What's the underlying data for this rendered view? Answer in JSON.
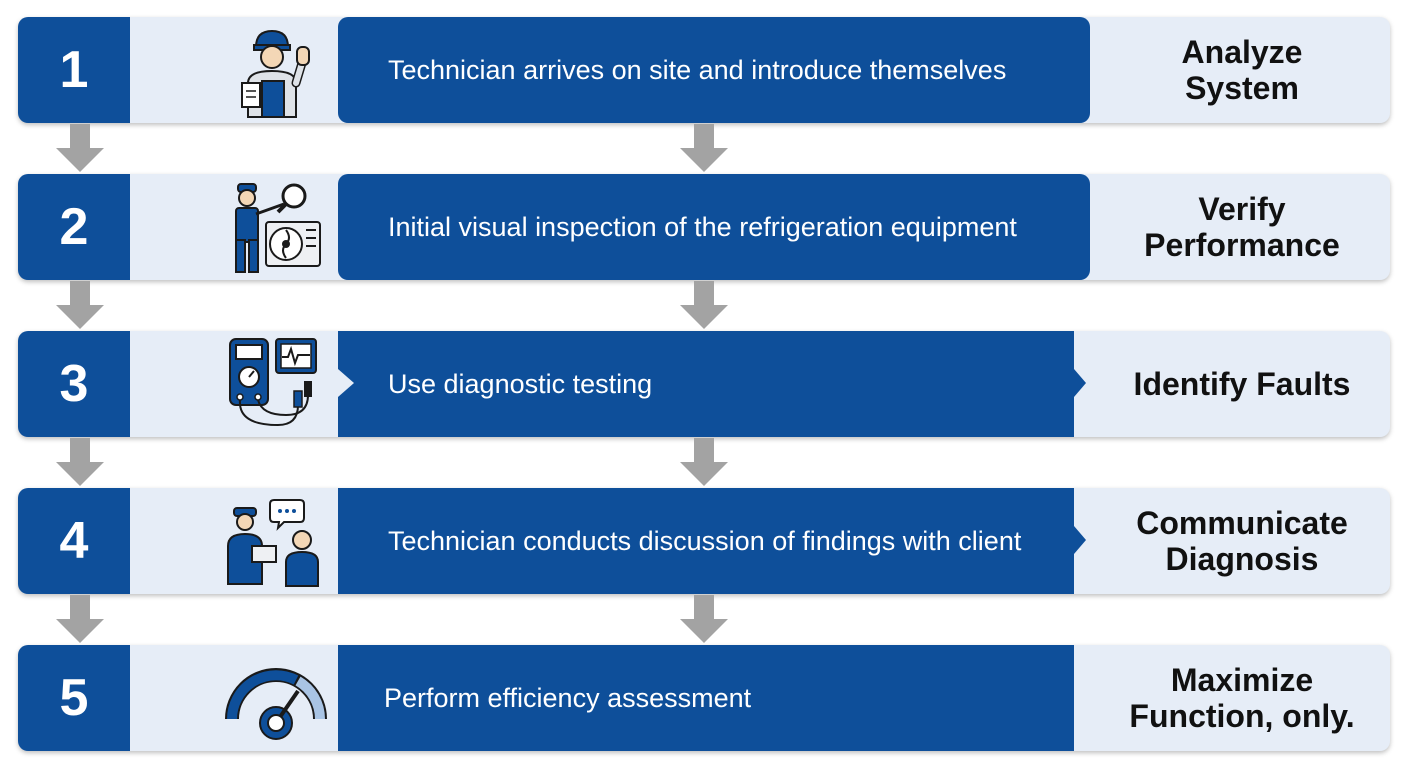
{
  "steps": [
    {
      "number": "1",
      "icon": "technician-waving-icon",
      "description": "Technician arrives on site and introduce themselves",
      "label_line1": "Analyze",
      "label_line2": "System"
    },
    {
      "number": "2",
      "icon": "inspection-magnifier-icon",
      "description": "Initial visual inspection of the refrigeration equipment",
      "label_line1": "Verify",
      "label_line2": "Performance"
    },
    {
      "number": "3",
      "icon": "multimeter-icon",
      "description": "Use diagnostic testing",
      "label_line1": "Identify Faults",
      "label_line2": ""
    },
    {
      "number": "4",
      "icon": "technician-client-discussion-icon",
      "description": "Technician conducts discussion of findings with client",
      "label_line1": "Communicate",
      "label_line2": "Diagnosis"
    },
    {
      "number": "5",
      "icon": "efficiency-gauge-icon",
      "description": "Perform efficiency assessment",
      "label_line1": "Maximize",
      "label_line2": "Function, only."
    }
  ],
  "colors": {
    "primary_blue": "#0e4f9a",
    "light_panel": "#e6edf7",
    "arrow_gray": "#a3a3a3",
    "label_text": "#111111"
  }
}
